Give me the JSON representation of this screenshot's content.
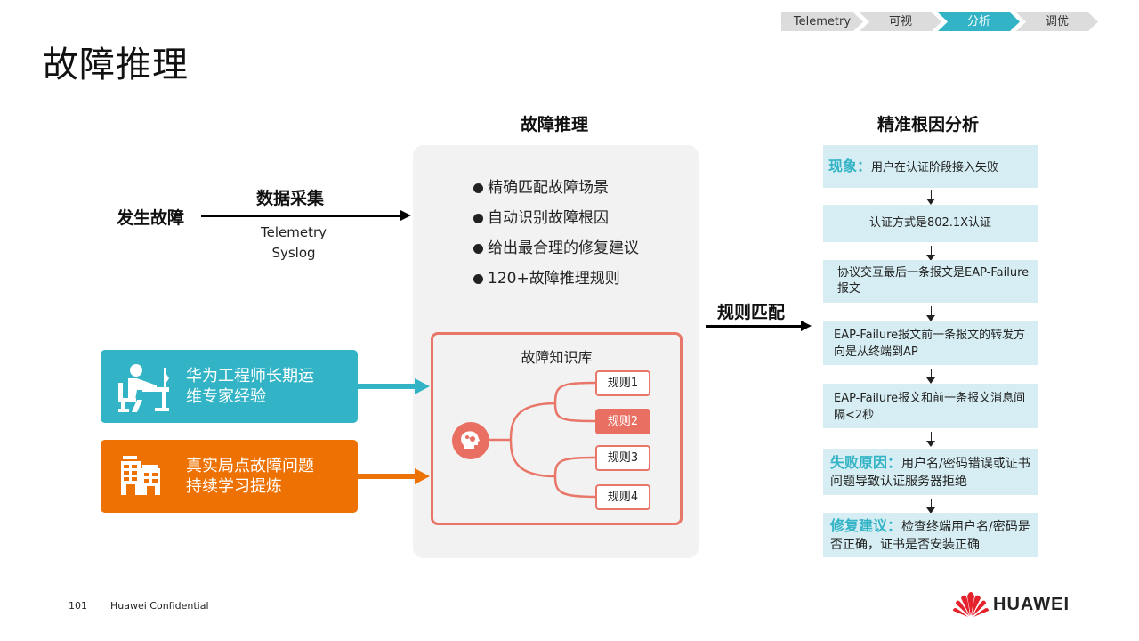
{
  "breadcrumbs": [
    {
      "label": "Telemetry",
      "active": false
    },
    {
      "label": "可视",
      "active": false
    },
    {
      "label": "分析",
      "active": true
    },
    {
      "label": "调优",
      "active": false
    }
  ],
  "page_title": "故障推理",
  "left_flow": {
    "origin_label": "发生故障",
    "arrow_title": "数据采集",
    "arrow_sub": [
      "Telemetry",
      "Syslog"
    ]
  },
  "center": {
    "title": "故障推理",
    "bullets": [
      "精确匹配故障场景",
      "自动识别故障根因",
      "给出最合理的修复建议",
      "120+故障推理规则"
    ],
    "knowledge_base": {
      "title": "故障知识库",
      "rules": [
        {
          "label": "规则1",
          "highlighted": false
        },
        {
          "label": "规则2",
          "highlighted": true
        },
        {
          "label": "规则3",
          "highlighted": false
        },
        {
          "label": "规则4",
          "highlighted": false
        }
      ]
    }
  },
  "sources": [
    {
      "text_line1": "华为工程师长期运",
      "text_line2": "维专家经验",
      "icon": "engineer-at-desk-icon",
      "color": "#33b4c6"
    },
    {
      "text_line1": "真实局点故障问题",
      "text_line2": "持续学习提炼",
      "icon": "buildings-icon",
      "color": "#ee7203"
    }
  ],
  "match_label": "规则匹配",
  "right": {
    "title": "精准根因分析",
    "steps": [
      {
        "highlight": "现象：",
        "text": "用户在认证阶段接入失败"
      },
      {
        "highlight": "",
        "text": "认证方式是802.1X认证"
      },
      {
        "highlight": "",
        "text": "协议交互最后一条报文是EAP-Failure报文"
      },
      {
        "highlight": "",
        "text": "EAP-Failure报文前一条报文的转发方向是从终端到AP"
      },
      {
        "highlight": "",
        "text": "EAP-Failure报文和前一条报文消息间隔<2秒"
      },
      {
        "highlight": "失败原因：",
        "text": "用户名/密码错误或证书问题导致认证服务器拒绝"
      },
      {
        "highlight": "修复建议：",
        "text": "检查终端用户名/密码是否正确，证书是否安装正确"
      }
    ]
  },
  "footer": {
    "page_number": "101",
    "confidential": "Huawei Confidential",
    "brand": "HUAWEI"
  },
  "colors": {
    "accent_teal": "#33b4c6",
    "accent_orange": "#ee7203",
    "accent_red": "#e96f62",
    "step_bg": "#d6eef3",
    "panel_bg": "#f2f2f2"
  }
}
